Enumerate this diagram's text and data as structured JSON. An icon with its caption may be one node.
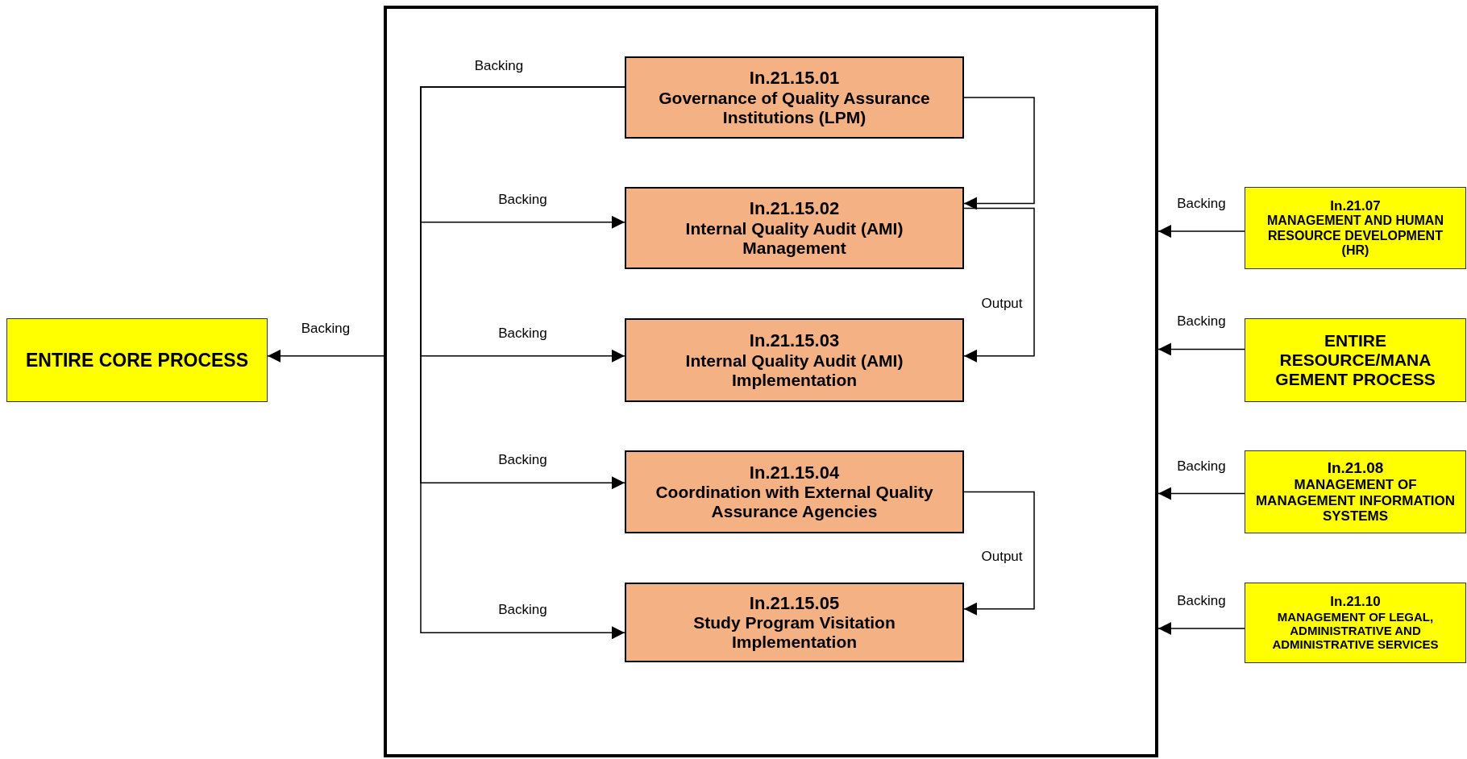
{
  "diagram": {
    "nodes": [
      {
        "text": [],
        "shape": "box"
      },
      {
        "text": [
          "In.21.15.01",
          "Governance of Quality Assurance Institutions (LPM)"
        ],
        "in": 0
      },
      {
        "text": [
          "In.21.15.02",
          "Internal Quality Audit (AMI) Management"
        ],
        "in": 0
      },
      {
        "text": [
          "In.21.15.03",
          "Internal Quality Audit (AMI) Implementation"
        ],
        "in": 0
      },
      {
        "text": [
          "In.21.15.04",
          "Coordination with External Quality Assurance Agencies"
        ],
        "in": 0
      },
      {
        "text": [
          "In.21.15.05",
          "Study Program Visitation Implementation"
        ],
        "in": 0
      },
      {
        "text": [
          "ENTIRE CORE PROCESS"
        ]
      },
      {
        "text": [
          "In.21.07",
          "MANAGEMENT AND HUMAN RESOURCE DEVELOPMENT (HR)"
        ]
      },
      {
        "text": [
          "ENTIRE RESOURCE/MANA GEMENT PROCESS"
        ]
      },
      {
        "text": [
          "In.21.08",
          "MANAGEMENT OF MANAGEMENT INFORMATION SYSTEMS"
        ]
      },
      {
        "text": [
          "In.21.10",
          "MANAGEMENT OF LEGAL, ADMINISTRATIVE AND ADMINISTRATIVE SERVICES"
        ]
      }
    ],
    "edges": [
      {
        "from": 1,
        "to": 2,
        "arrow": "to",
        "label": "Backing"
      },
      {
        "from": 1,
        "to": 3,
        "arrow": "to",
        "label": "Backing"
      },
      {
        "from": 1,
        "to": 4,
        "arrow": "to",
        "label": "Backing"
      },
      {
        "from": 1,
        "to": 5,
        "arrow": "to",
        "label": "Backing"
      },
      {
        "from": 1,
        "to": 2,
        "arrow": "to"
      },
      {
        "from": 2,
        "to": 3,
        "arrow": "to",
        "label": "Output"
      },
      {
        "from": 4,
        "to": 5,
        "arrow": "to",
        "label": "Output"
      },
      {
        "from": 0,
        "to": 6,
        "arrow": "to",
        "label": "Backing"
      },
      {
        "from": 7,
        "to": 0,
        "arrow": "to",
        "label": "Backing"
      },
      {
        "from": 8,
        "to": 0,
        "arrow": "to",
        "label": "Backing"
      },
      {
        "from": 9,
        "to": 0,
        "arrow": "to",
        "label": "Backing"
      },
      {
        "from": 10,
        "to": 0,
        "arrow": "to",
        "label": "Backing"
      }
    ],
    "labels": [
      "Backing"
    ]
  }
}
